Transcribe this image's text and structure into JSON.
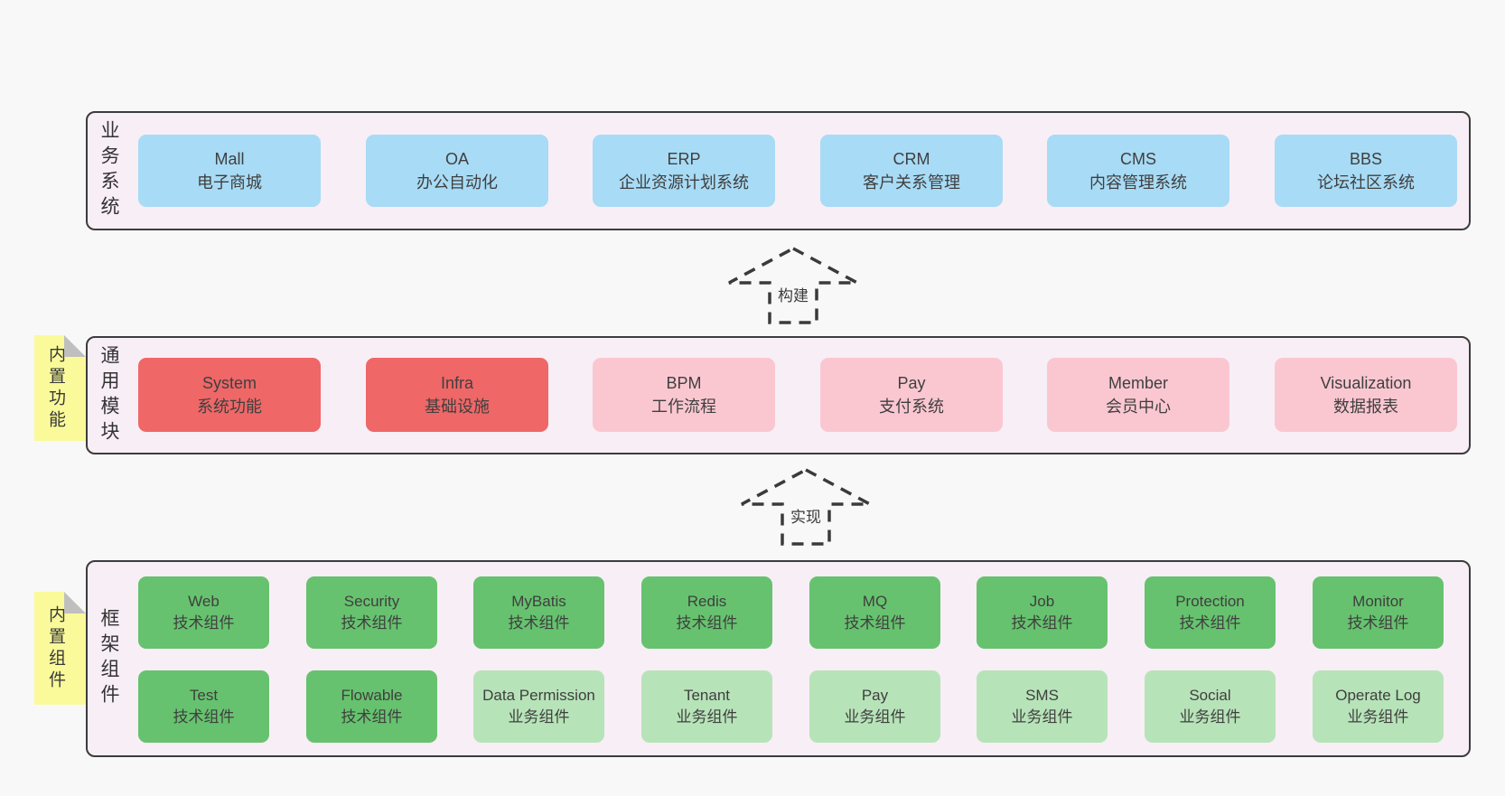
{
  "colors": {
    "page_bg": "#f8f8f8",
    "panel_bg": "#f8eef6",
    "panel_border": "#3c3c3c",
    "blue_box": "#a8dbf5",
    "red_box": "#ef6767",
    "pink_box": "#fac7d1",
    "green_dark_box": "#66c26e",
    "green_light_box": "#b7e3b8",
    "sticky_yellow": "#fafa9b",
    "fold_gray": "#bfbfbf",
    "text": "#3f3f3f"
  },
  "arrows": [
    {
      "label": "构建"
    },
    {
      "label": "实现"
    }
  ],
  "sections": [
    {
      "id": "business-systems",
      "side_label": "业务系统",
      "boxes": [
        {
          "en": "Mall",
          "zh": "电子商城"
        },
        {
          "en": "OA",
          "zh": "办公自动化"
        },
        {
          "en": "ERP",
          "zh": "企业资源计划系统"
        },
        {
          "en": "CRM",
          "zh": "客户关系管理"
        },
        {
          "en": "CMS",
          "zh": "内容管理系统"
        },
        {
          "en": "BBS",
          "zh": "论坛社区系统"
        }
      ]
    },
    {
      "id": "common-modules",
      "sticky_note": "内置功能",
      "side_label": "通用模块",
      "boxes": [
        {
          "en": "System",
          "zh": "系统功能",
          "variant": "red"
        },
        {
          "en": "Infra",
          "zh": "基础设施",
          "variant": "red"
        },
        {
          "en": "BPM",
          "zh": "工作流程",
          "variant": "pink"
        },
        {
          "en": "Pay",
          "zh": "支付系统",
          "variant": "pink"
        },
        {
          "en": "Member",
          "zh": "会员中心",
          "variant": "pink"
        },
        {
          "en": "Visualization",
          "zh": "数据报表",
          "variant": "pink"
        }
      ]
    },
    {
      "id": "framework-components",
      "sticky_note": "内置组件",
      "side_label": "框架组件",
      "rows": [
        [
          {
            "en": "Web",
            "zh": "技术组件",
            "variant": "dark"
          },
          {
            "en": "Security",
            "zh": "技术组件",
            "variant": "dark"
          },
          {
            "en": "MyBatis",
            "zh": "技术组件",
            "variant": "dark"
          },
          {
            "en": "Redis",
            "zh": "技术组件",
            "variant": "dark"
          },
          {
            "en": "MQ",
            "zh": "技术组件",
            "variant": "dark"
          },
          {
            "en": "Job",
            "zh": "技术组件",
            "variant": "dark"
          },
          {
            "en": "Protection",
            "zh": "技术组件",
            "variant": "dark"
          },
          {
            "en": "Monitor",
            "zh": "技术组件",
            "variant": "dark"
          }
        ],
        [
          {
            "en": "Test",
            "zh": "技术组件",
            "variant": "dark"
          },
          {
            "en": "Flowable",
            "zh": "技术组件",
            "variant": "dark"
          },
          {
            "en": "Data Permission",
            "zh": "业务组件",
            "variant": "light"
          },
          {
            "en": "Tenant",
            "zh": "业务组件",
            "variant": "light"
          },
          {
            "en": "Pay",
            "zh": "业务组件",
            "variant": "light"
          },
          {
            "en": "SMS",
            "zh": "业务组件",
            "variant": "light"
          },
          {
            "en": "Social",
            "zh": "业务组件",
            "variant": "light"
          },
          {
            "en": "Operate Log",
            "zh": "业务组件",
            "variant": "light"
          }
        ]
      ]
    }
  ]
}
